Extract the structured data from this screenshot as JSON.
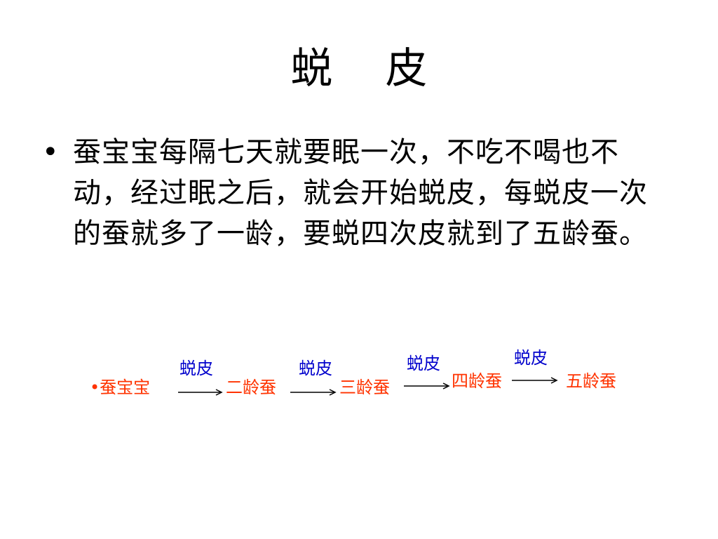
{
  "slide": {
    "title": "蜕 皮",
    "bullet_text": "蚕宝宝每隔七天就要眠一次，不吃不喝也不动，经过眠之后，就会开始蜕皮，每蜕皮一次的蚕就多了一龄，要蜕四次皮就到了五龄蚕。"
  },
  "flow": {
    "start": "•蚕宝宝",
    "stages": [
      "二龄蚕",
      "三龄蚕",
      "四龄蚕",
      "五龄蚕"
    ],
    "transition_label": "蜕皮",
    "colors": {
      "stage": "#ff3300",
      "transition": "#0000cc"
    }
  }
}
